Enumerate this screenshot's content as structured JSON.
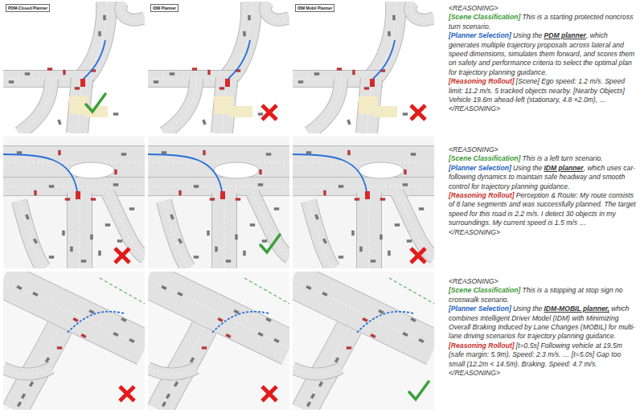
{
  "diagram": {
    "nodes": [
      {
        "text": [
          "PDM-Closed Planner"
        ]
      },
      {
        "text": [
          "IDM Planner"
        ]
      },
      {
        "text": [
          "IDM Mobil Planner"
        ]
      }
    ],
    "labels": [
      "<REASONING>",
      "[Scene Classification]",
      "This is a starting protected noncross turn scenario.",
      "[Planner Selection]",
      "Using the",
      "PDM planner",
      ", which generates multiple trajectory proposals across lateral and speed dimensions, simulates them forward, and scores them on safety and performance criteria to select the optimal plan for trajectory planning guidance.",
      "[Reasoning Rollout]",
      "[Scene] Ego speed: 1.2 m/s. Speed limit: 11.2 m/s. 5 tracked objects nearby. [Nearby Objects] Vehicle 19.6m ahead-left (stationary, 4.8 ×2.0m), …",
      "</REASONING>",
      "<REASONING>",
      "[Scene Classification]",
      "This is a left turn scenario.",
      "[Planner Selection]",
      "Using the",
      "IDM planner",
      ", which uses car-following dynamics to maintain safe headway and smooth control for trajectory planning guidance.",
      "[Reasoning Rollout]",
      "Perception & Route: My route consists of 8 lane segments and was successfully planned. The target speed for this road is 2.2 m/s. I detect 30 objects in my surroundings. My current speed is 1.5 m/s …",
      "</REASONING>",
      "<REASONING>",
      "[Scene Classification]",
      "This is a stopping at stop sign no crosswalk scenario.",
      "[Planner Selection]",
      "Using the",
      "IDM-MOBIL planner,",
      " which combines Intelligent Driver Model (IDM) with Minimizing Overall Braking Induced by Lane Changes (MOBIL) for multi-lane driving scenarios for trajectory planning guidance.",
      "[Reasoning Rollout]",
      "[t=0.5s] Following vehicle at 19.5m (safe margin: 5.9m). Speed: 2.3 m/s. … [t=5.0s] Gap too small (12.2m < 14.5m). Braking. Speed: 4.7 m/s.",
      "</REASONING>"
    ]
  }
}
